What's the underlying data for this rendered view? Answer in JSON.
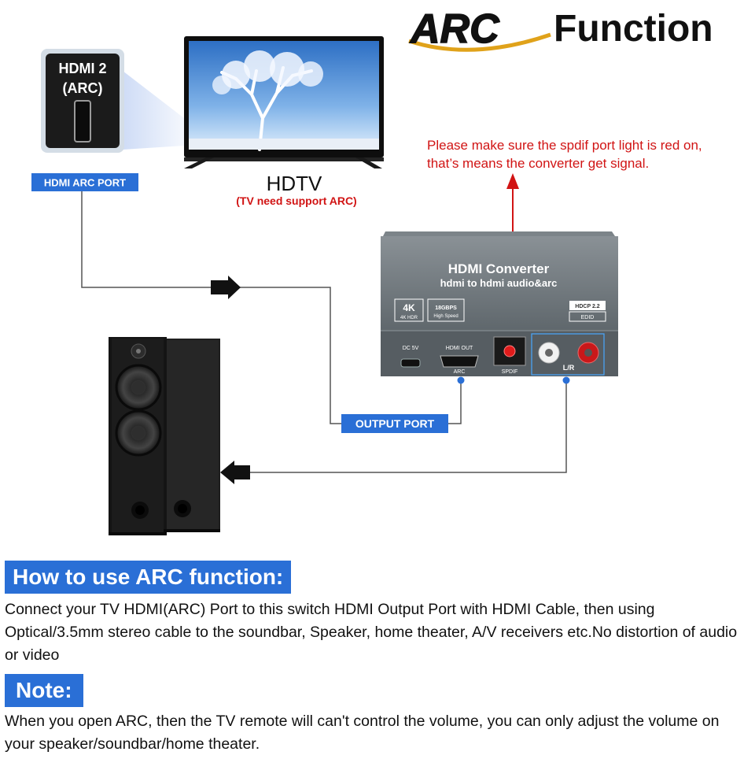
{
  "title": {
    "logo_text": "ARC",
    "word": "Function"
  },
  "hdmi_port_label": {
    "line1": "HDMI 2",
    "line2": "(ARC)"
  },
  "tv": {
    "label": "HDTV",
    "note": "(TV need support ARC)"
  },
  "badges": {
    "hdmi_arc_port": "HDMI ARC PORT",
    "output_port": "OUTPUT PORT"
  },
  "warning": {
    "line1": "Please make sure the spdif port light is red on,",
    "line2": "that’s means the converter get signal."
  },
  "converter": {
    "title": "HDMI Converter",
    "subtitle": "hdmi to hdmi audio&arc",
    "badge_4k": "4K",
    "badge_4k_sub": "4K HDR",
    "speed": "18GBPS",
    "speed_sub": "High Speed",
    "hdcp": "HDCP 2.2",
    "edid": "EDID",
    "port_dc": "DC 5V",
    "port_hdmi": "HDMI OUT",
    "port_arc": "ARC",
    "port_spdif": "SPDIF",
    "port_lr": "L/R"
  },
  "howto": {
    "heading": "How to use ARC function:",
    "text": "Connect your TV HDMI(ARC) Port to this switch HDMI Output Port with HDMI Cable, then using Optical/3.5mm stereo cable to the soundbar, Speaker, home theater, A/V receivers etc.No distortion of audio or video"
  },
  "note": {
    "heading": "Note:",
    "text": "When you open ARC, then the TV remote will can't control the volume, you can only adjust the volume on your speaker/soundbar/home theater."
  },
  "colors": {
    "accent_blue": "#2a6fd6",
    "warning_red": "#d11414",
    "line_gray": "#555555",
    "converter_gray": "#6b7378"
  }
}
